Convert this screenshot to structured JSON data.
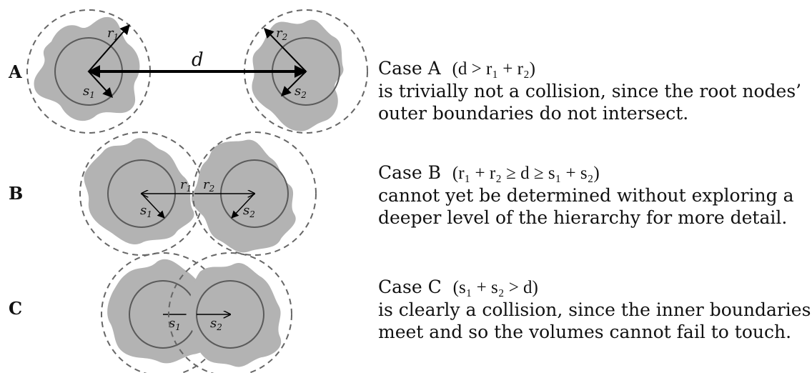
{
  "cases": [
    {
      "id": "A",
      "row_label": "A",
      "title": "Case A",
      "condition": "(d > r₁ + r₂)",
      "description_lines": [
        "is trivially not a collision, since the root nodes’",
        "outer boundaries do not intersect."
      ]
    },
    {
      "id": "B",
      "row_label": "B",
      "title": "Case B",
      "condition": "(r₁ + r₂ ≥ d ≥ s₁ + s₂)",
      "description_lines": [
        "cannot yet be determined without exploring a",
        "deeper level of the hierarchy for more detail."
      ]
    },
    {
      "id": "C",
      "row_label": "C",
      "title": "Case C",
      "condition": "(s₁ + s₂ > d)",
      "description_lines": [
        "is clearly a collision, since the inner boundaries",
        "meet and so the volumes cannot fail to touch."
      ]
    }
  ],
  "symbols": {
    "distance": "d",
    "r": "r",
    "s": "s",
    "sub1": "1",
    "sub2": "2"
  },
  "colors": {
    "blob_fill": "#b3b3b3",
    "inner_circle": "#5a5a5a",
    "outer_circle": "#666666",
    "arrow": "#000000",
    "text": "#111111"
  }
}
